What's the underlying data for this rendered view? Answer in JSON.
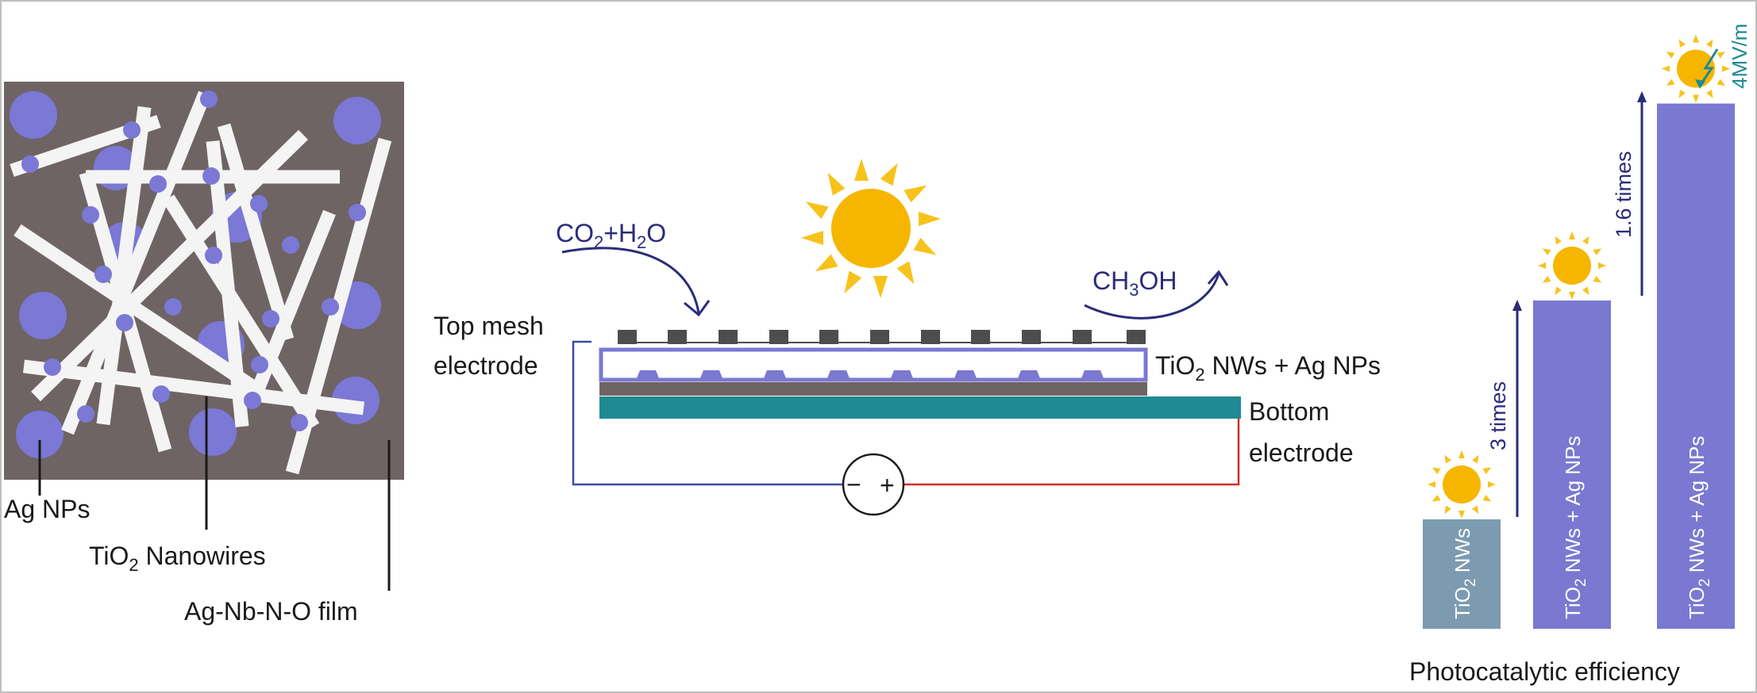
{
  "colors": {
    "film": "#6f6464",
    "nanowire": "#f4f4f4",
    "nanoparticle": "#7b78d6",
    "sun": "#f6b600",
    "sun_ray": "#f7c21b",
    "teal_electrode": "#1f8a92",
    "arrow_purple": "#2b2c7a",
    "bar_gray_blue": "#7c9bb1",
    "bar_purple": "#7a78d1",
    "wire_blue": "#3c4aa6",
    "wire_red": "#d0302a",
    "mesh_block": "#4d4d4d",
    "border": "#bfbfbf"
  },
  "panel_a": {
    "label_ag_nps": "Ag NPs",
    "label_tio2_prefix": "TiO",
    "label_tio2_sub": "2",
    "label_tio2_suffix": " Nanowires",
    "label_film": "Ag-Nb-N-O film"
  },
  "panel_b": {
    "reactant_prefix": "CO",
    "reactant_sub1": "2",
    "reactant_mid": "+H",
    "reactant_sub2": "2",
    "reactant_suffix": "O",
    "product_prefix": "CH",
    "product_sub": "3",
    "product_suffix": "OH",
    "top_mesh_line1": "Top mesh",
    "top_mesh_line2": "electrode",
    "layer_prefix": "TiO",
    "layer_sub": "2",
    "layer_suffix": " NWs + Ag NPs",
    "bottom_line1": "Bottom",
    "bottom_line2": "electrode",
    "minus": "−",
    "plus": "+"
  },
  "panel_c": {
    "caption": "Photocatalytic efficiency",
    "bar1_prefix": "TiO",
    "bar1_sub": "2",
    "bar1_suffix": " NWs",
    "bar2_prefix": "TiO",
    "bar2_sub": "2",
    "bar2_suffix": " NWs + Ag NPs",
    "bar3_prefix": "TiO",
    "bar3_sub": "2",
    "bar3_suffix": " NWs + Ag NPs",
    "step1": "3 times",
    "step2": "1.6 times",
    "field": "4MV/m",
    "relative_efficiency": [
      1,
      3,
      4.8
    ]
  }
}
